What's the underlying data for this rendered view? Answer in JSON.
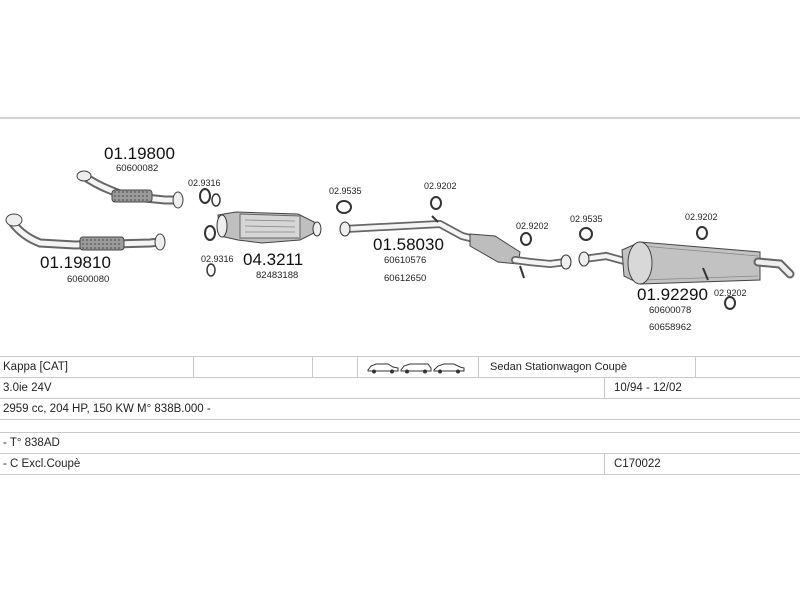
{
  "parts": [
    {
      "code": "01.19800",
      "refs": [
        "60600082"
      ]
    },
    {
      "code": "01.19810",
      "refs": [
        "60600080"
      ]
    },
    {
      "code": "04.3211",
      "refs": [
        "82483188"
      ]
    },
    {
      "code": "01.58030",
      "refs": [
        "60610576",
        "60612650"
      ]
    },
    {
      "code": "01.92290",
      "refs": [
        "60600078",
        "60658962"
      ]
    }
  ],
  "small_parts": {
    "clamp_a": "02.9316",
    "clamp_b": "02.9316",
    "gasket_a": "02.9535",
    "hanger_a": "02.9202",
    "hanger_b": "02.9202",
    "gasket_b": "02.9535",
    "hanger_c": "02.9202",
    "hanger_d": "02.9202"
  },
  "spec": {
    "model": "Kappa  [CAT]",
    "body_types": "Sedan Stationwagon Coupè",
    "engine": "3.0ie 24V",
    "period": "10/94 - 12/02",
    "details": "2959 cc, 204 HP, 150 KW M° 838B.000 -",
    "type_code": "- T° 838AD",
    "exclusion": "- C Excl.Coupè",
    "catalog_no": "C170022"
  }
}
